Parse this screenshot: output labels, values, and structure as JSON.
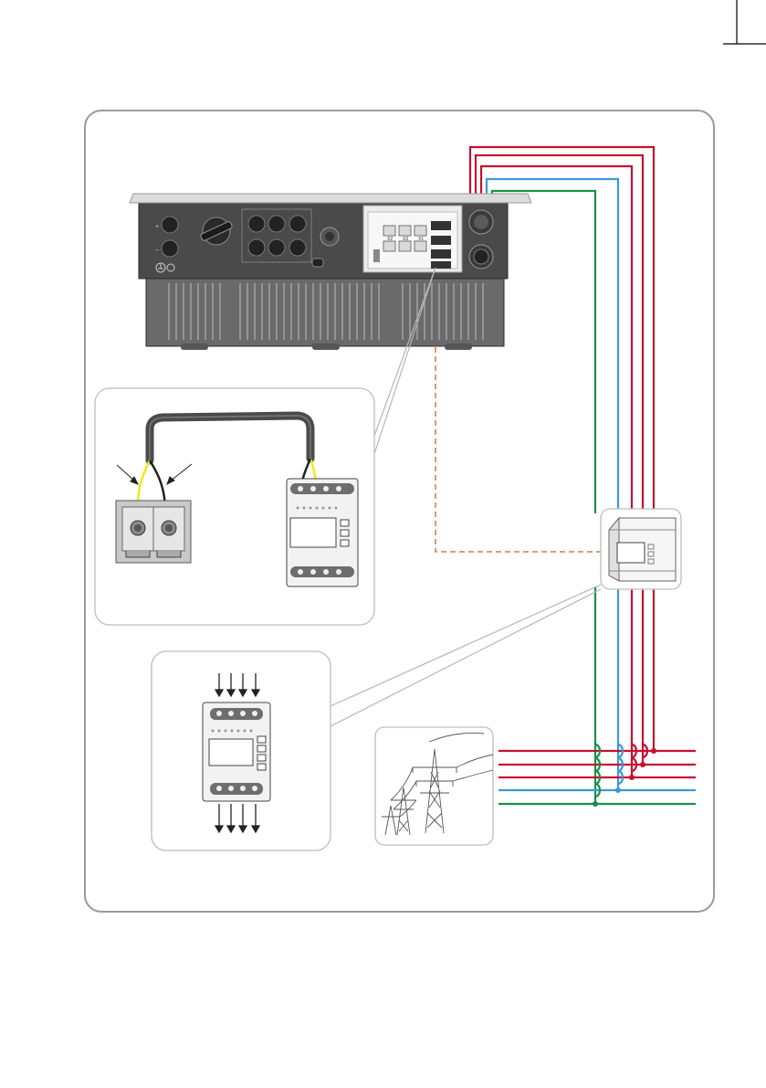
{
  "document": {
    "crop_marks": true
  },
  "inverter": {
    "port_labels": [
      "X2",
      "X3",
      "X1"
    ]
  },
  "meter_detail": {
    "terminal_count": 2
  },
  "arrows": {
    "in_count": 4,
    "out_count": 4
  },
  "grid": {
    "icon": "power-pylon-icon"
  },
  "colors": {
    "frame": "#9a9a9a",
    "phase": "#c8102e",
    "neutral": "#3a9ad9",
    "earth": "#17924a",
    "comm": "#c8602a",
    "rs485_a": "#f1e81e",
    "rs485_b": "#222222",
    "inverter_body": "#4a4a4a",
    "inverter_cover": "#dcdcdc"
  }
}
